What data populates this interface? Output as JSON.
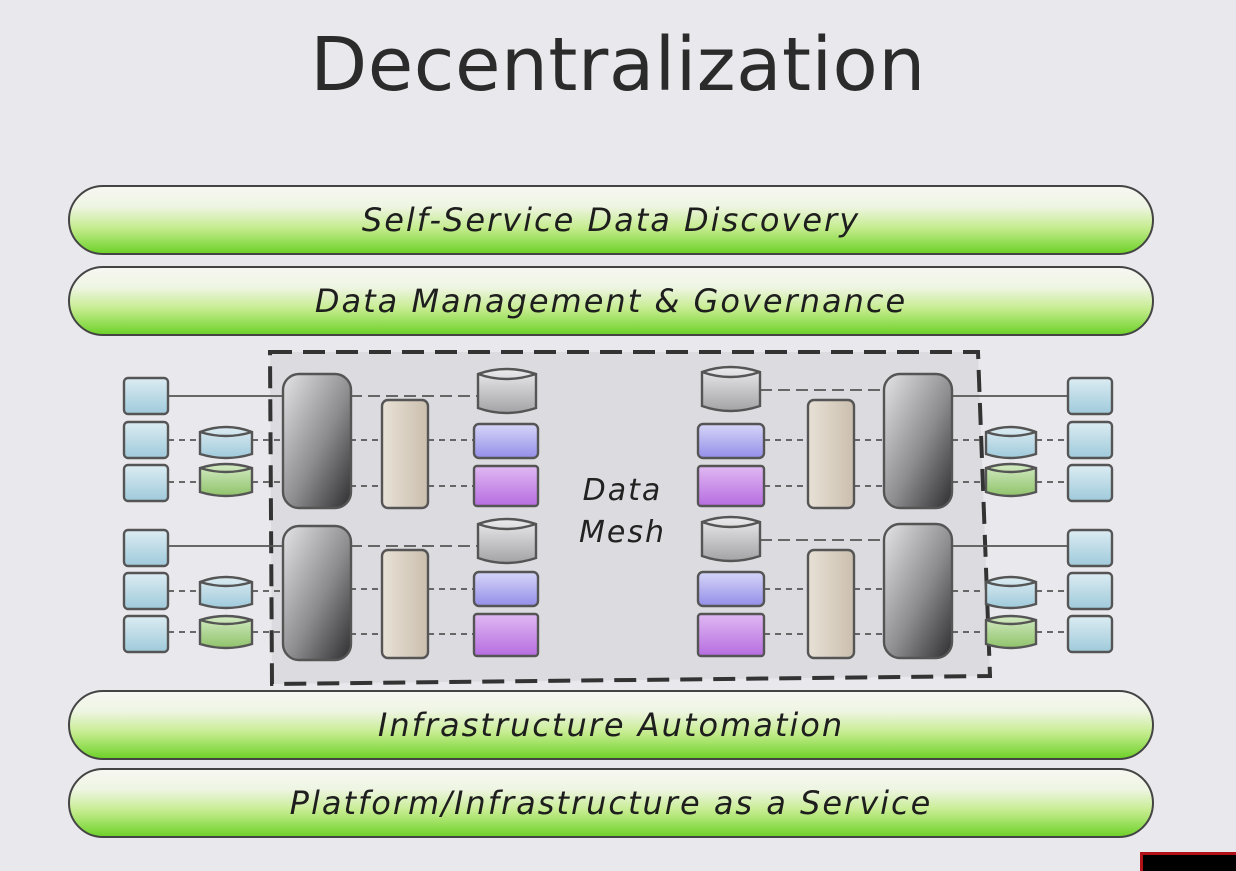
{
  "title": "Decentralization",
  "bands": {
    "top1": "Self-Service Data Discovery",
    "top2": "Data Management & Governance",
    "bottom1": "Infrastructure Automation",
    "bottom2": "Platform/Infrastructure as a Service"
  },
  "mesh": {
    "line1": "Data",
    "line2": "Mesh"
  },
  "colors": {
    "band_green": "#6fd22a",
    "source_blue": "#b9dbe6",
    "source_green": "#a8cf8a",
    "store_gray": "#8a8a8a",
    "process_tan": "#d8cfc2",
    "output_purple": "#c98be8",
    "output_lavender": "#a9a6ee",
    "mesh_area": "#dcdce0"
  }
}
